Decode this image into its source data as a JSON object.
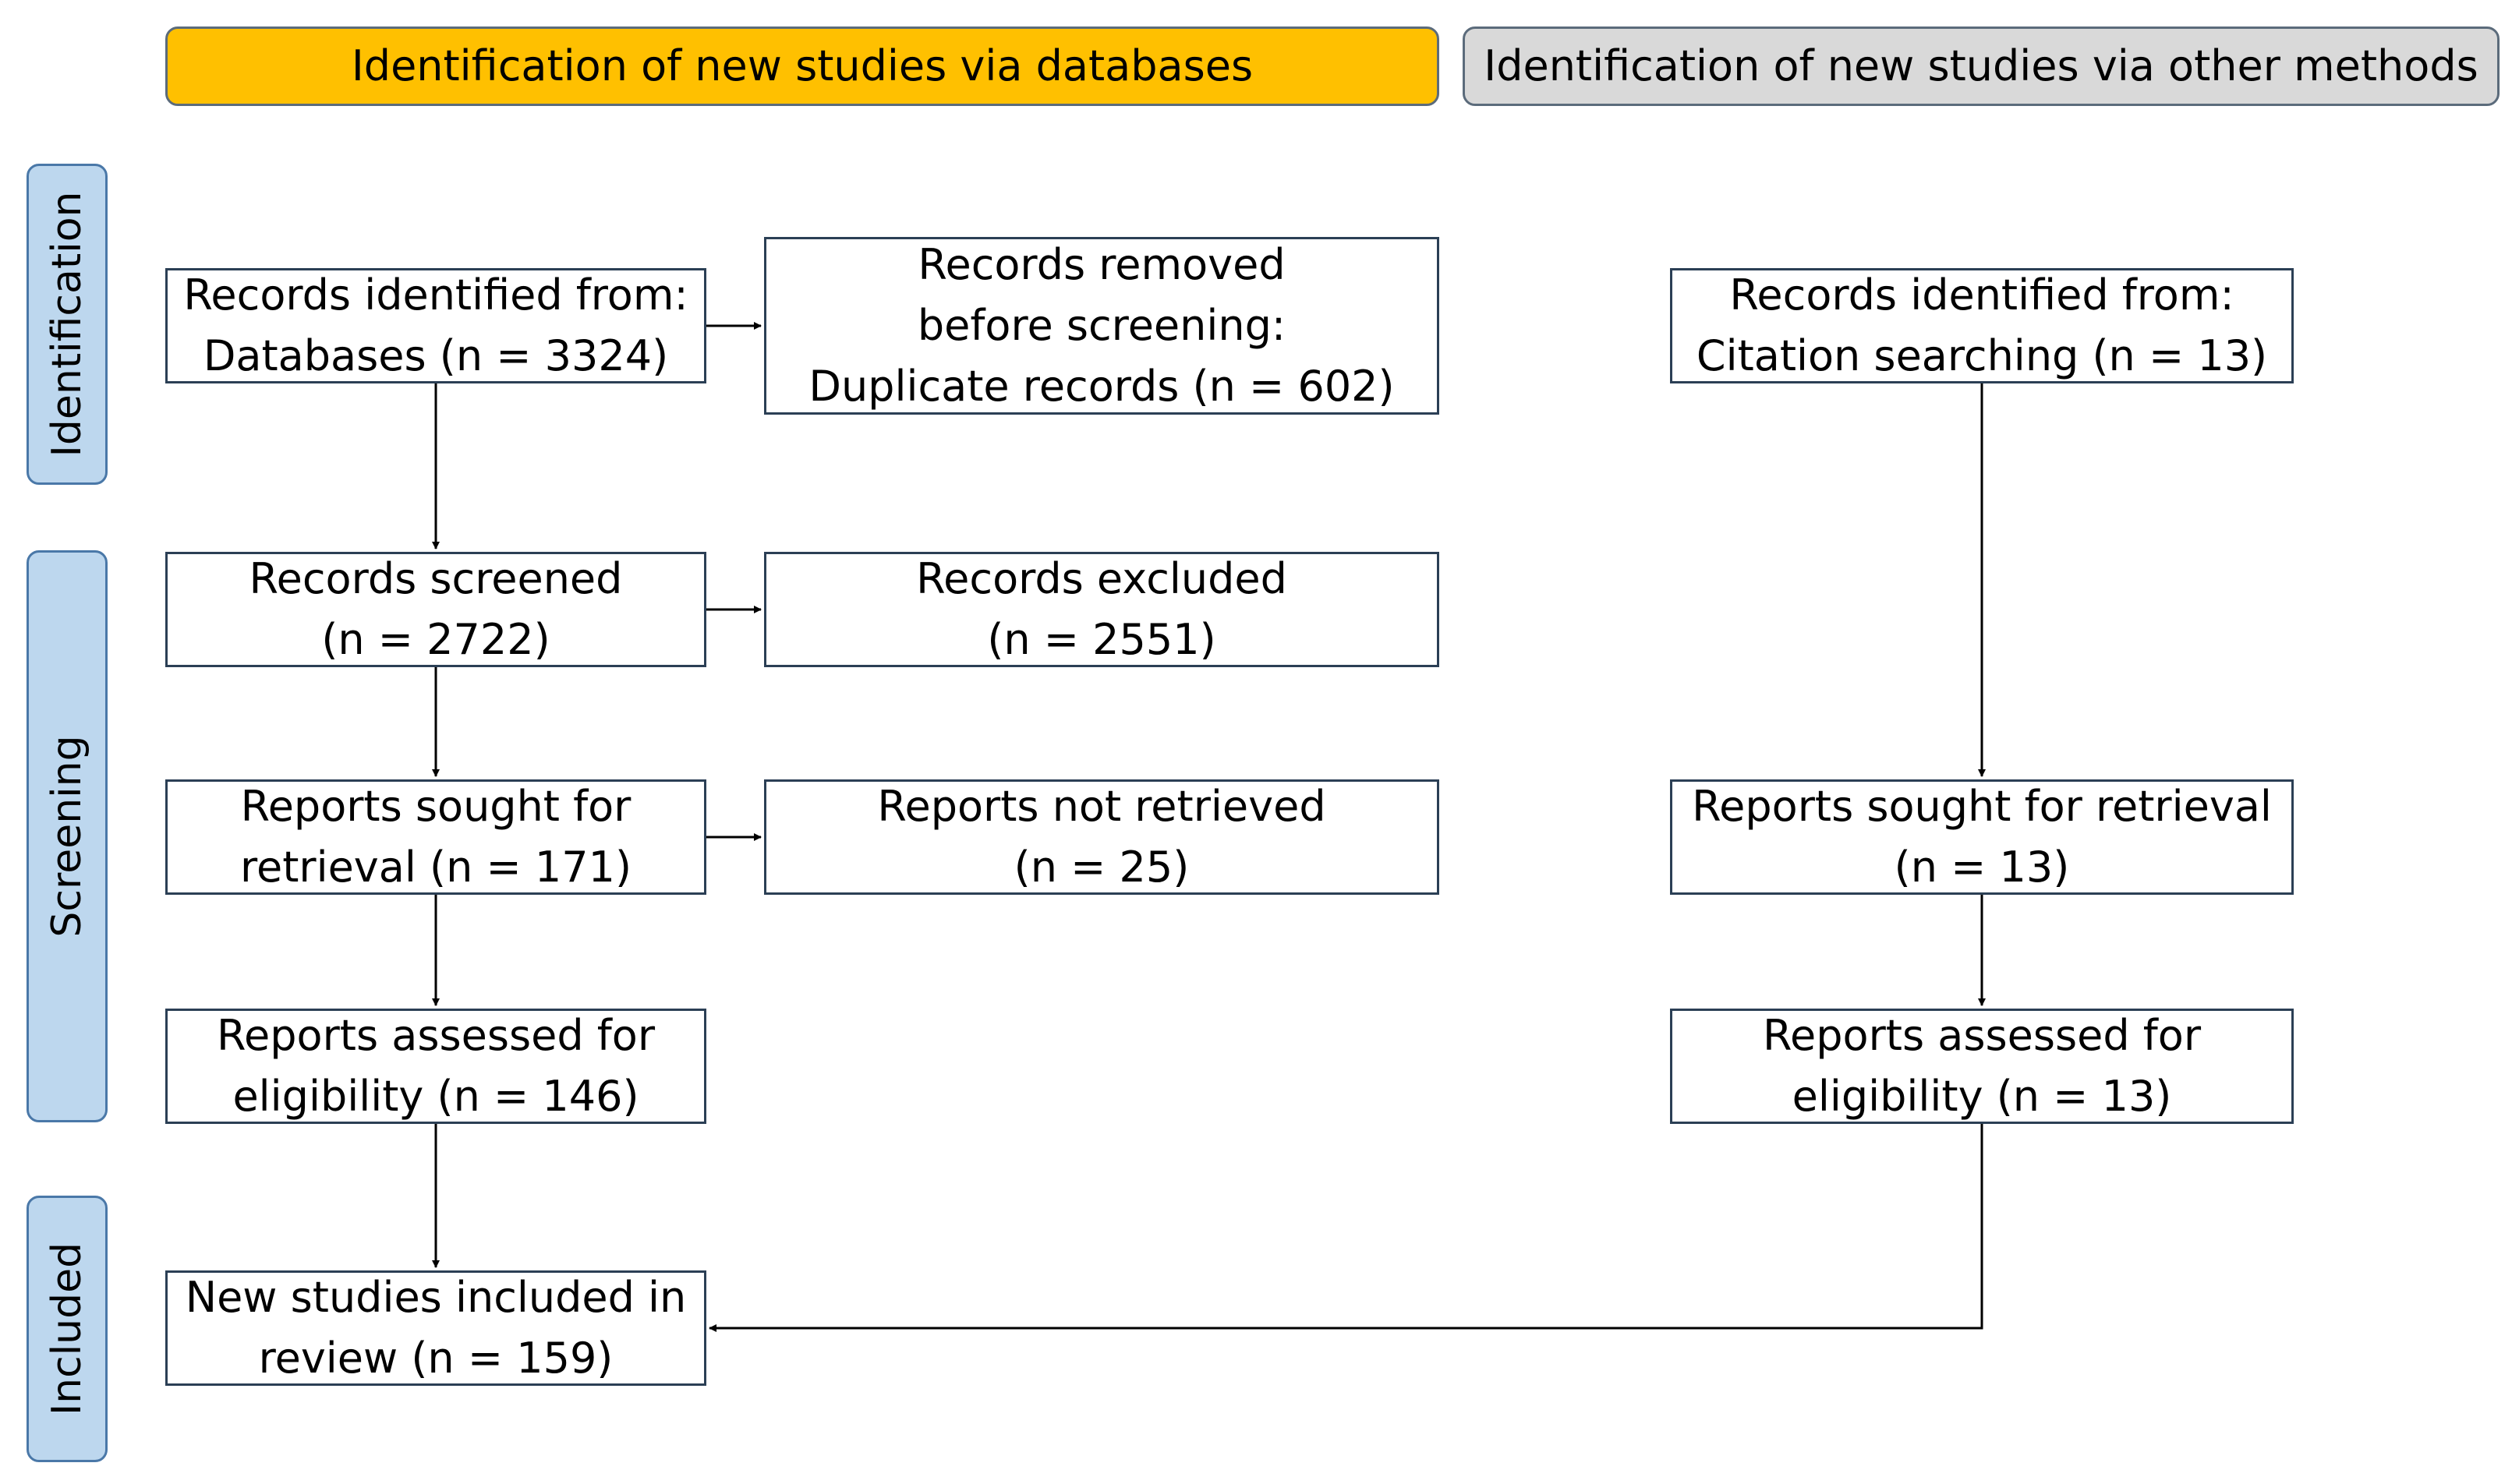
{
  "headers": {
    "databases": "Identification of new studies via databases",
    "other_methods": "Identification of new studies via other methods"
  },
  "stages": {
    "identification": "Identification",
    "screening": "Screening",
    "included": "Included"
  },
  "boxes": {
    "db_records_identified": [
      "Records identified from:",
      "Databases (n = 3324)"
    ],
    "records_removed": [
      "Records removed",
      "before screening:",
      "Duplicate records (n = 602)"
    ],
    "records_screened": [
      "Records screened",
      "(n = 2722)"
    ],
    "records_excluded": [
      "Records excluded",
      "(n = 2551)"
    ],
    "db_reports_sought": [
      "Reports sought for",
      "retrieval (n = 171)"
    ],
    "reports_not_retrieved": [
      "Reports not retrieved",
      "(n = 25)"
    ],
    "db_reports_assessed": [
      "Reports assessed for",
      "eligibility (n = 146)"
    ],
    "new_studies_included": [
      "New studies included in",
      "review (n = 159)"
    ],
    "other_records_identified": [
      "Records identified from:",
      "Citation searching (n = 13)"
    ],
    "other_reports_sought": [
      "Reports sought for retrieval",
      "(n = 13)"
    ],
    "other_reports_assessed": [
      "Reports assessed for",
      "eligibility (n = 13)"
    ]
  },
  "colors": {
    "databases_header": "#FFC000",
    "other_methods_header": "#D9D9D9",
    "stage_fill": "#BDD7EE",
    "box_border": "#2B3F55",
    "arrow": "#000000"
  }
}
